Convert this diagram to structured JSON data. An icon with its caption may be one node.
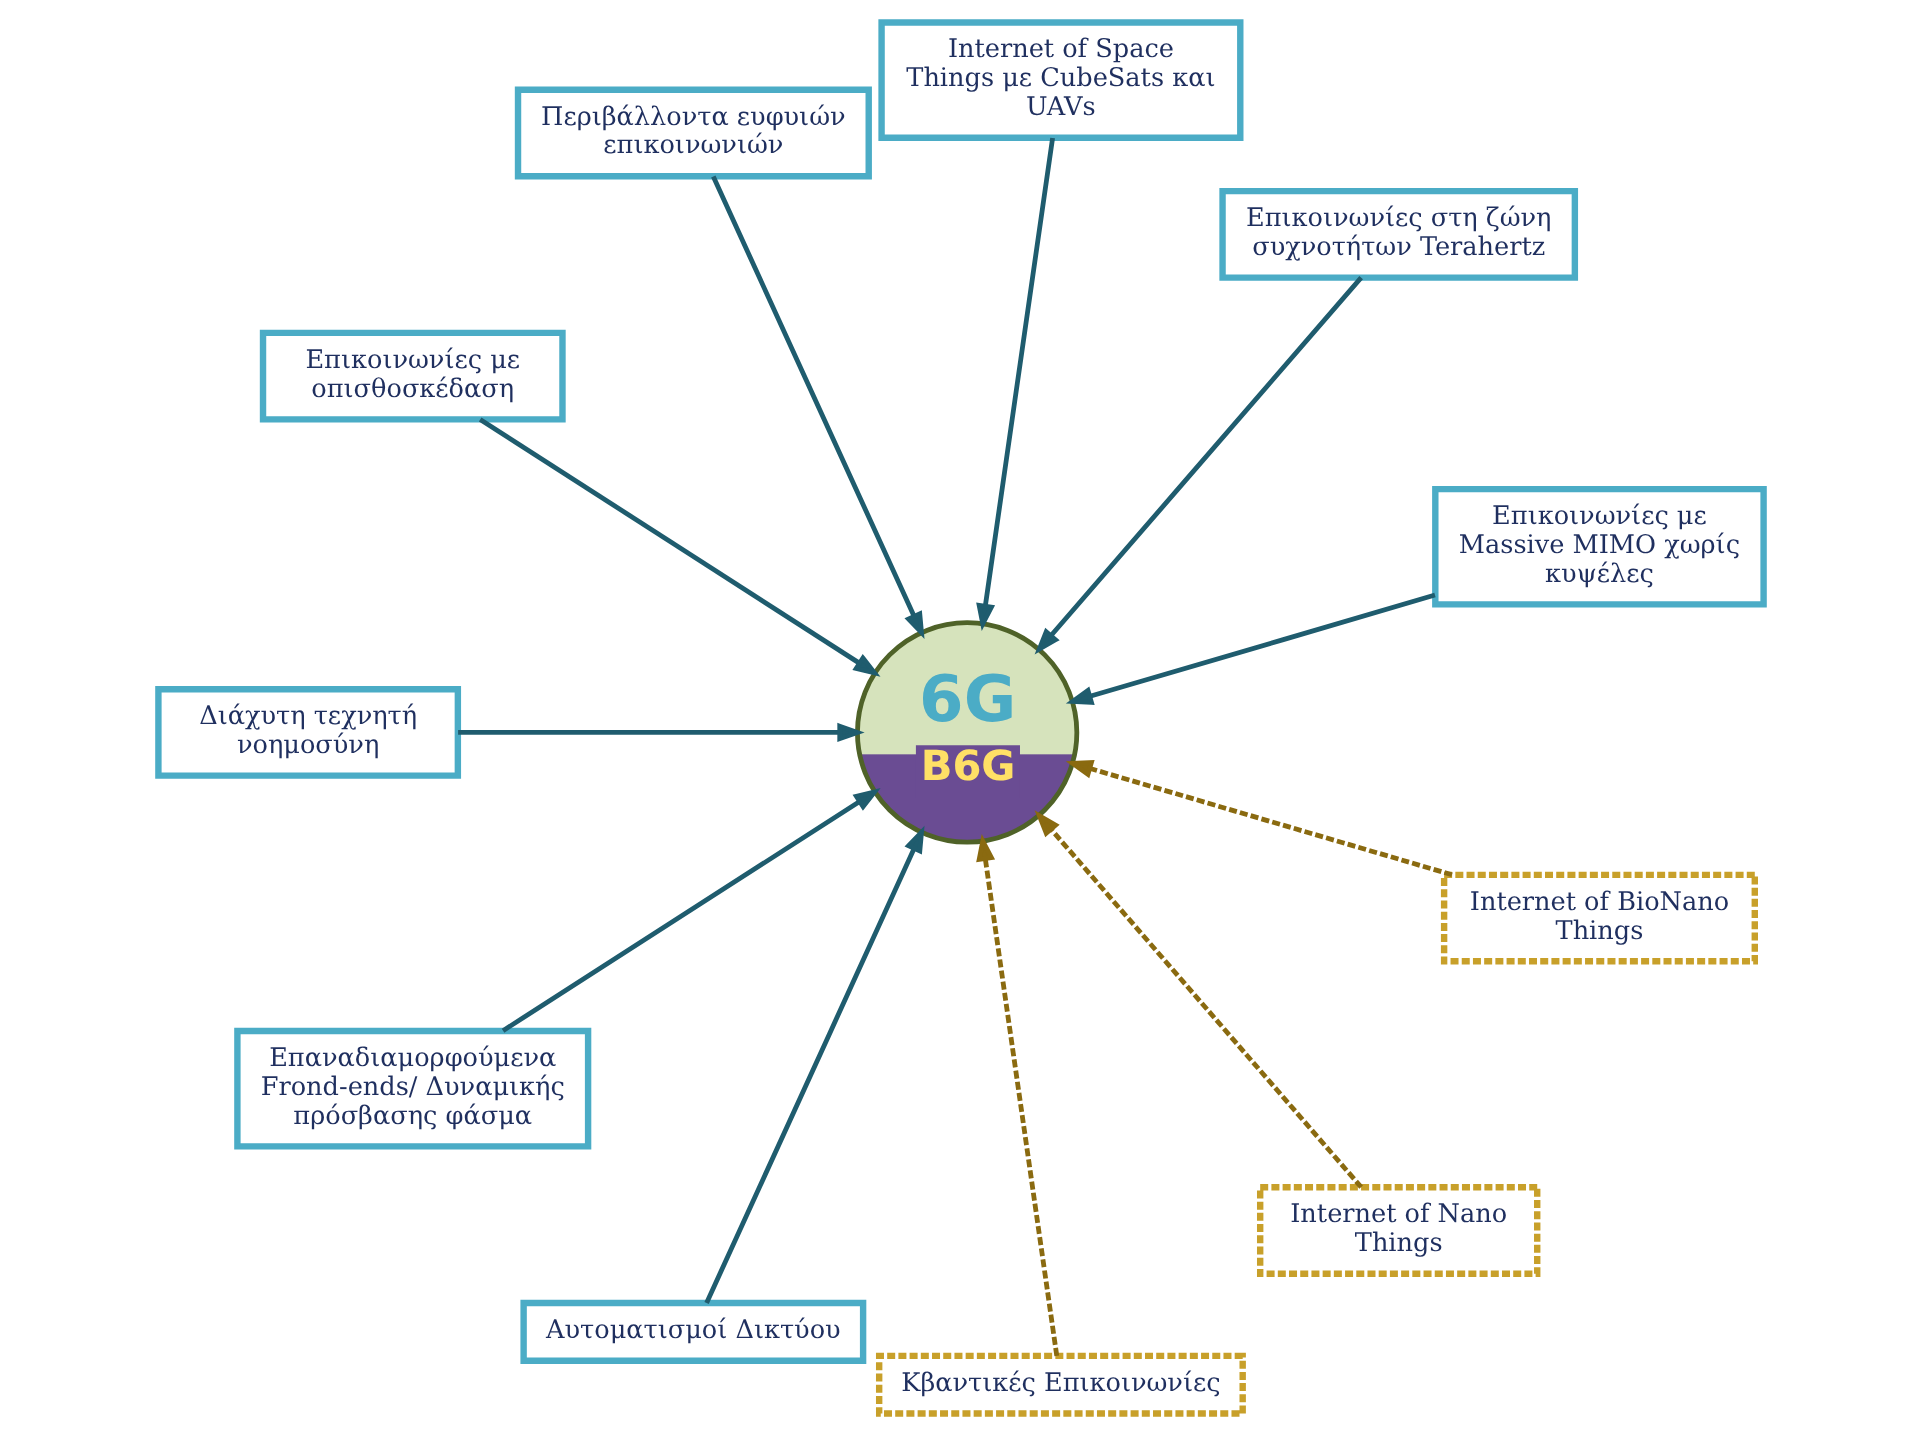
{
  "diagram": {
    "nodes": [
      {
        "text": [
          "6G",
          "B6G"
        ]
      },
      {
        "text": [
          "Επικοινωνίες με Massive MIMO χωρίς κυψέλες"
        ]
      },
      {
        "text": [
          "Επικοινωνίες στη ζώνη συχνοτήτων Terahertz"
        ]
      },
      {
        "text": [
          "Internet of Space Things με CubeSats και UAVs"
        ]
      },
      {
        "text": [
          "Περιβάλλοντα ευφυιών επικοινωνιών"
        ]
      },
      {
        "text": [
          "Επικοινωνίες με οπισθοσκέδαση"
        ]
      },
      {
        "text": [
          "Διάχυτη τεχνητή νοημοσύνη"
        ]
      },
      {
        "text": [
          "Επαναδιαμορφούμενα Frond-ends/ Δυναμικής πρόσβασης φάσμα"
        ]
      },
      {
        "text": [
          "Αυτοματισμοί Δικτύου"
        ]
      },
      {
        "text": [
          "Κβαντικές Επικοινωνίες"
        ]
      },
      {
        "text": [
          "Internet of Nano Things"
        ]
      },
      {
        "text": [
          "Internet of BioNano Things"
        ]
      }
    ],
    "edges": [
      {
        "from": 1,
        "to": 0,
        "arrow": "to"
      },
      {
        "from": 2,
        "to": 0,
        "arrow": "to"
      },
      {
        "from": 3,
        "to": 0,
        "arrow": "to"
      },
      {
        "from": 4,
        "to": 0,
        "arrow": "to"
      },
      {
        "from": 5,
        "to": 0,
        "arrow": "to"
      },
      {
        "from": 6,
        "to": 0,
        "arrow": "to"
      },
      {
        "from": 7,
        "to": 0,
        "arrow": "to"
      },
      {
        "from": 8,
        "to": 0,
        "arrow": "to"
      },
      {
        "from": 9,
        "to": 0,
        "arrow": "to",
        "style": "dashed",
        "color": "#8a6a10"
      },
      {
        "from": 10,
        "to": 0,
        "arrow": "to",
        "style": "dashed",
        "color": "#8a6a10"
      },
      {
        "from": 11,
        "to": 0,
        "arrow": "to",
        "style": "dashed",
        "color": "#8a6a10"
      }
    ]
  }
}
